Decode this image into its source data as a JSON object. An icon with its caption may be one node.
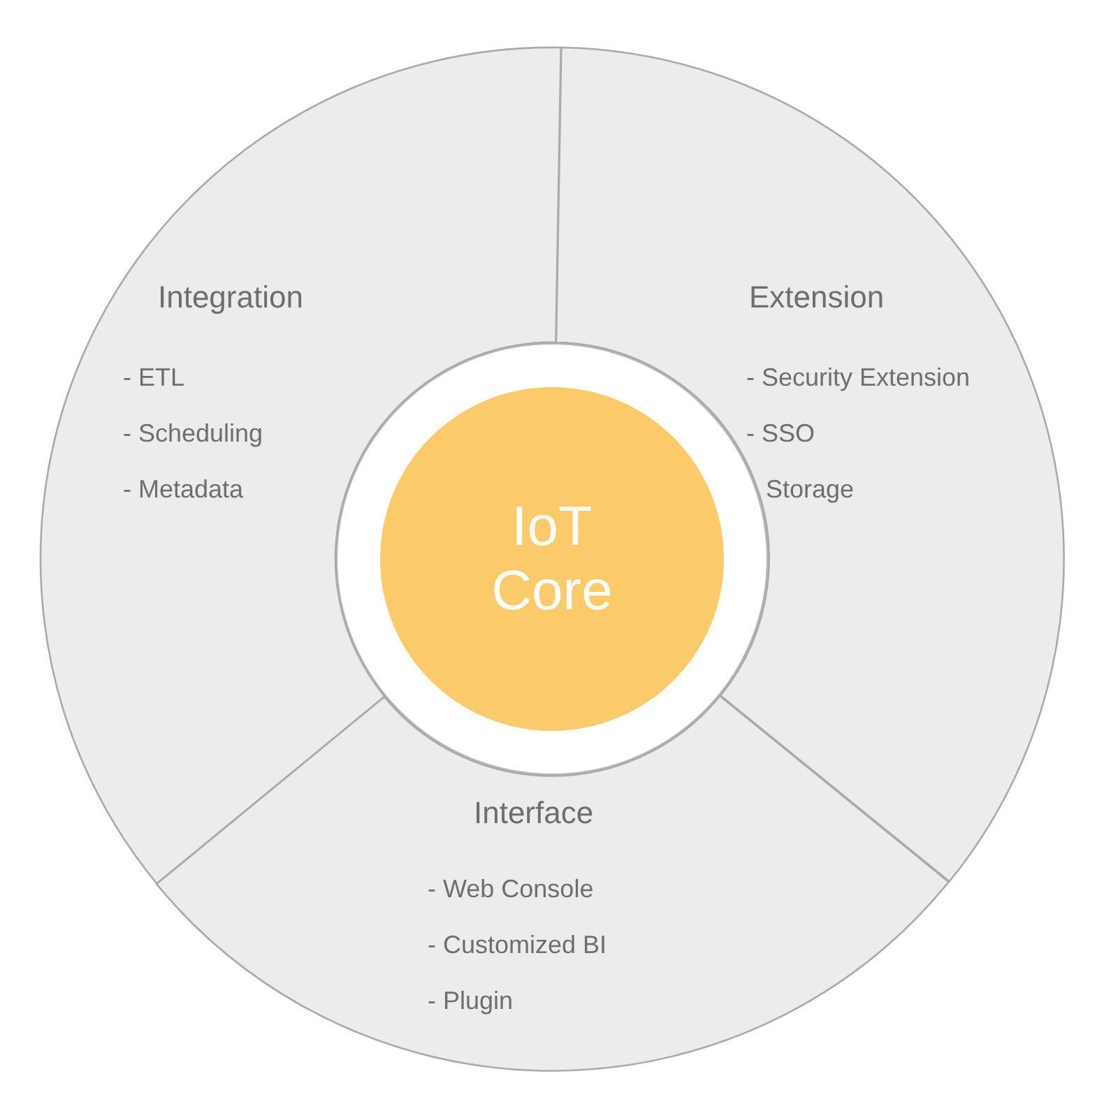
{
  "diagram": {
    "nodes": [
      {
        "text": [
          "Integration",
          "- ETL",
          "- Scheduling",
          "- Metadata"
        ]
      },
      {
        "text": [
          "Extension",
          "- Security Extension",
          "- SSO",
          "Storage"
        ]
      },
      {
        "text": [
          "IoT Core"
        ]
      },
      {
        "text": [
          "Interface",
          "- Web Console",
          "- Customized BI",
          "- Plugin"
        ]
      }
    ]
  }
}
